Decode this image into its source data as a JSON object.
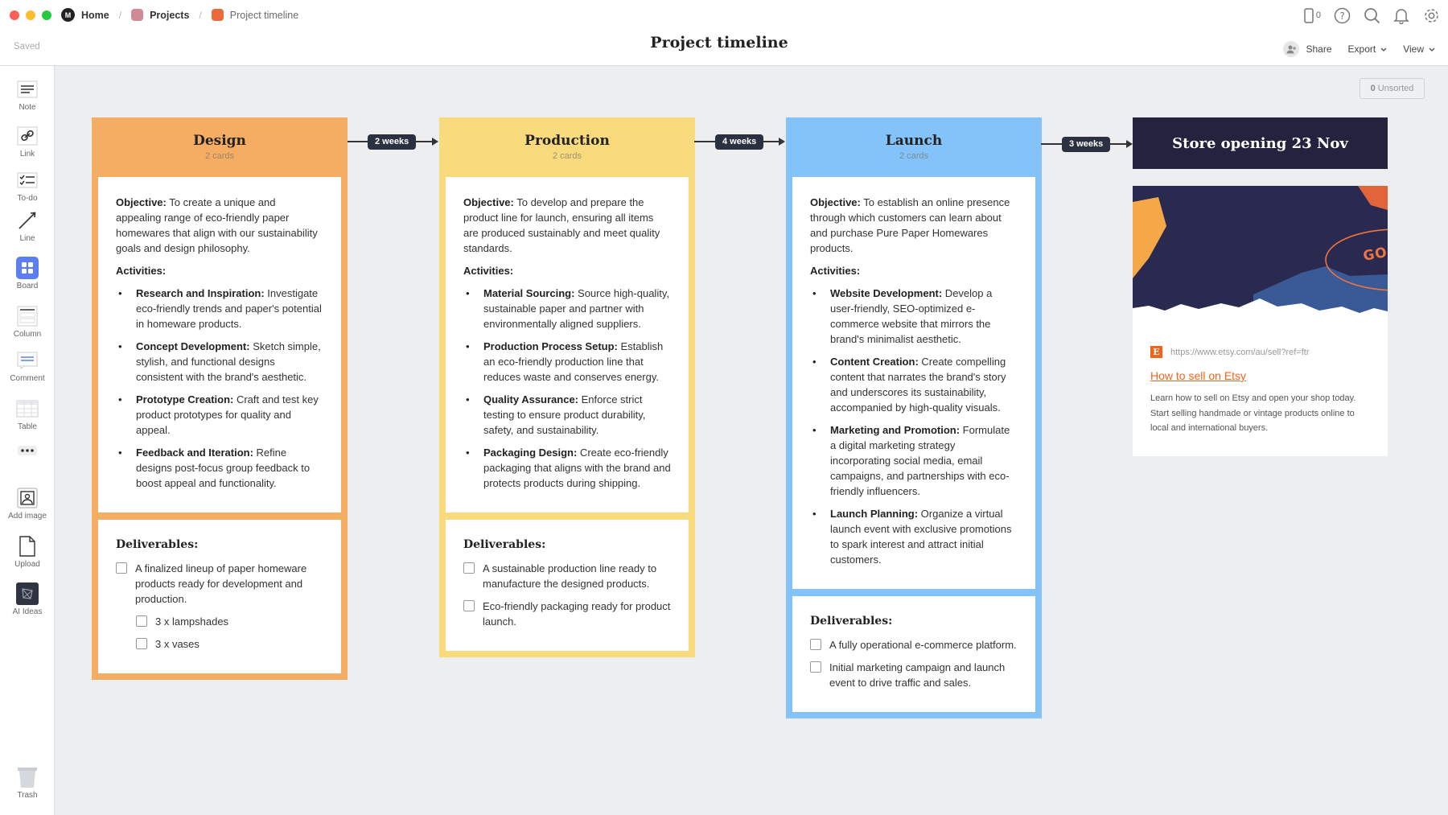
{
  "window": {
    "traffic": [
      "#fe5f57",
      "#febc2e",
      "#28c840"
    ]
  },
  "breadcrumbs": [
    {
      "label": "Home",
      "icon": "home-logo-icon"
    },
    {
      "label": "Projects",
      "icon": "projects-icon",
      "color": "#d08a96"
    },
    {
      "label": "Project timeline",
      "icon": "board-icon",
      "color": "#ea6a3b"
    }
  ],
  "header": {
    "saved": "Saved",
    "title": "Project timeline",
    "device_count": "0",
    "share": "Share",
    "export": "Export",
    "view": "View"
  },
  "toolbar": [
    "Note",
    "Link",
    "To-do",
    "Line",
    "Board",
    "Column",
    "Comment",
    "Table",
    "Add image",
    "Upload",
    "AI Ideas",
    "Trash"
  ],
  "unsorted": {
    "count": "0",
    "label": "Unsorted"
  },
  "columns": [
    {
      "title": "Design",
      "count": "2 cards",
      "bg": "#f5ac63",
      "objective_label": "Objective:",
      "objective": " To create a unique and appealing range of eco-friendly paper homewares that align with our sustainability goals and design philosophy.",
      "activities_label": "Activities:",
      "activities": [
        {
          "title": "Research and Inspiration:",
          "text": " Investigate eco-friendly trends and paper's potential in homeware products."
        },
        {
          "title": "Concept Development:",
          "text": " Sketch simple, stylish, and functional designs consistent with the brand's aesthetic."
        },
        {
          "title": "Prototype Creation:",
          "text": " Craft and test key product prototypes for quality and appeal."
        },
        {
          "title": "Feedback and Iteration:",
          "text": " Refine designs post-focus group feedback to boost appeal and functionality."
        }
      ],
      "deliverables_label": "Deliverables:",
      "deliverables": [
        {
          "text": "A finalized lineup of paper homeware products ready for development and production."
        },
        {
          "text": "3 x lampshades",
          "sub": true
        },
        {
          "text": "3 x vases",
          "sub": true
        }
      ]
    },
    {
      "title": "Production",
      "count": "2 cards",
      "bg": "#f9da7c",
      "objective_label": "Objective:",
      "objective": " To develop and prepare the product line for launch, ensuring all items are produced sustainably and meet quality standards.",
      "activities_label": "Activities:",
      "activities": [
        {
          "title": "Material Sourcing:",
          "text": " Source high-quality, sustainable paper and partner with environmentally aligned suppliers."
        },
        {
          "title": "Production Process Setup:",
          "text": " Establish an eco-friendly production line that reduces waste and conserves energy."
        },
        {
          "title": "Quality Assurance:",
          "text": " Enforce strict testing to ensure product durability, safety, and sustainability."
        },
        {
          "title": "Packaging Design:",
          "text": " Create eco-friendly packaging that aligns with the brand and protects products during shipping."
        }
      ],
      "deliverables_label": "Deliverables:",
      "deliverables": [
        {
          "text": "A sustainable production line ready to manufacture the designed products."
        },
        {
          "text": "Eco-friendly packaging ready for product launch."
        }
      ]
    },
    {
      "title": "Launch",
      "count": "2 cards",
      "bg": "#83c3fa",
      "objective_label": "Objective:",
      "objective": " To establish an online presence through which customers can learn about and purchase Pure Paper Homewares products.",
      "activities_label": "Activities:",
      "activities": [
        {
          "title": "Website Development:",
          "text": " Develop a user-friendly, SEO-optimized e-commerce website that mirrors the brand's minimalist aesthetic."
        },
        {
          "title": "Content Creation:",
          "text": " Create compelling content that narrates the brand's story and underscores its sustainability, accompanied by high-quality visuals."
        },
        {
          "title": "Marketing and Promotion:",
          "text": " Formulate a digital marketing strategy incorporating social media, email campaigns, and partnerships with eco-friendly influencers."
        },
        {
          "title": "Launch Planning:",
          "text": " Organize a virtual launch event with exclusive promotions to spark interest and attract initial customers."
        }
      ],
      "deliverables_label": "Deliverables:",
      "deliverables": [
        {
          "text": "A fully operational e-commerce platform."
        },
        {
          "text": "Initial marketing campaign and launch event to drive traffic and sales."
        }
      ]
    }
  ],
  "connectors": [
    "2 weeks",
    "4 weeks",
    "3 weeks"
  ],
  "store_card": {
    "title": "Store opening 23 Nov"
  },
  "link_card": {
    "image_text": "GO LIVE!",
    "url": "https://www.etsy.com/au/sell?ref=ftr",
    "title": "How to sell on Etsy",
    "description": "Learn how to sell on Etsy and open your shop today. Start selling handmade or vintage products online to local and international buyers.",
    "favicon": "E"
  }
}
